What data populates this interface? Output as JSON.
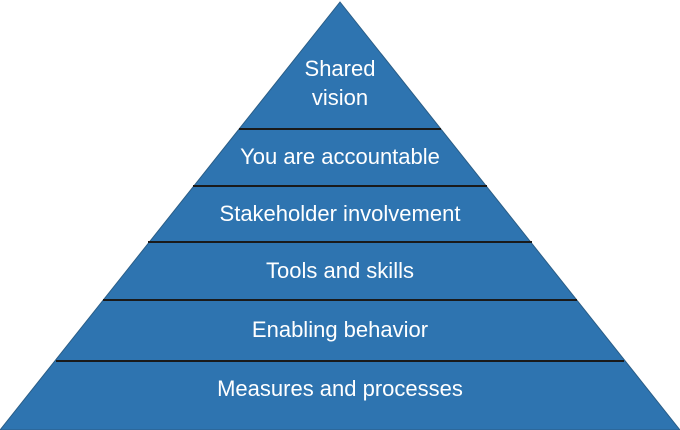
{
  "diagram": {
    "layers": [
      {
        "lines": [
          "Shared",
          "vision"
        ]
      },
      {
        "lines": [
          "You are accountable"
        ]
      },
      {
        "lines": [
          "Stakeholder involvement"
        ]
      },
      {
        "lines": [
          "Tools and skills"
        ]
      },
      {
        "lines": [
          "Enabling behavior"
        ]
      },
      {
        "lines": [
          "Measures and processes"
        ]
      }
    ],
    "colors": {
      "fill": "#2e74b0",
      "stroke": "#2a5d86",
      "divider": "#1a1a1a",
      "text": "#ffffff"
    }
  }
}
